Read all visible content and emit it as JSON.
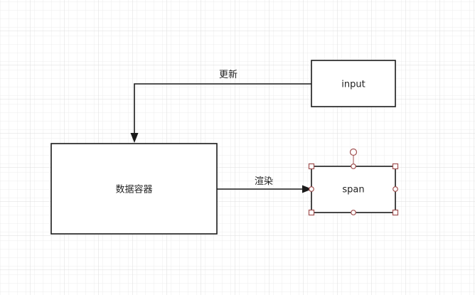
{
  "diagram": {
    "nodes": {
      "input": {
        "label": "input"
      },
      "container": {
        "label": "数据容器"
      },
      "span": {
        "label": "span",
        "selected": true
      }
    },
    "edges": {
      "update": {
        "label": "更新",
        "from": "input",
        "to": "container"
      },
      "render": {
        "label": "渲染",
        "from": "container",
        "to": "span"
      }
    }
  },
  "colors": {
    "grid": "#e6e6e6",
    "grid_major": "#d9d9d9",
    "stroke": "#1a1a1a",
    "selection": "#a05050"
  }
}
